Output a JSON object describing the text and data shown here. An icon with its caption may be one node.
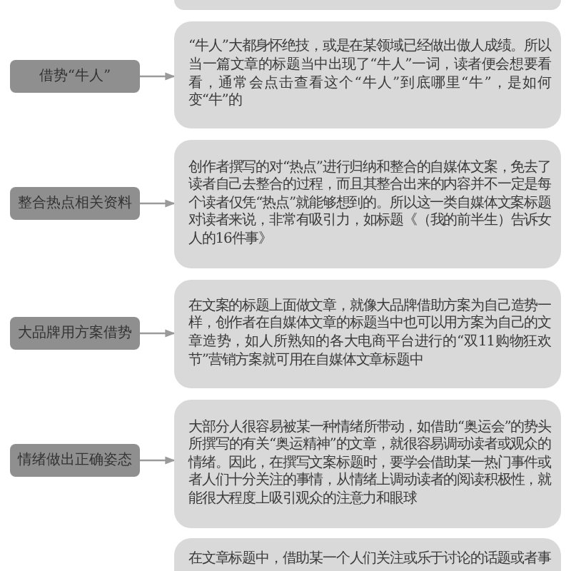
{
  "diagram": {
    "nodes": [
      {
        "text": [],
        "shape": "box"
      },
      {
        "text": [
          "借势“牛人”"
        ]
      },
      {
        "text": [
          "“牛人”大都身怀绝技，或是在某领域已经做出傲人成绩。所以当一篇文章的标题当中出现了“牛人”一词，读者便会想要看看，通常会点击查看这个“牛人”到底哪里“牛”，是如何变“牛”的"
        ]
      },
      {
        "text": [
          "整合热点相关资料"
        ]
      },
      {
        "text": [
          "创作者撰写的对“热点”进行归纳和整合的自媒体文案，免去了读者自己去整合的过程，而且其整合出来的内容并不一定是每个读者仅凭“热点”就能够想到的。所以这一类自媒体文案标题对读者来说，非常有吸引力，如标题《（我的前半生）告诉女人的16件事》"
        ]
      },
      {
        "text": [
          "大品牌用方案借势"
        ]
      },
      {
        "text": [
          "在文案的标题上面做文章，就像大品牌借助方案为自己造势一样，创作者在自媒体文章的标题当中也可以用方案为自己的文章造势，如人所熟知的各大电商平台进行的“双11购物狂欢节”营销方案就可用在自媒体文章标题中"
        ]
      },
      {
        "text": [
          "情绪做出正确姿态"
        ]
      },
      {
        "text": [
          "大部分人很容易被某一种情绪所带动，如借助“奥运会”的势头所撰写的有关“奥运精神”的文章，就很容易调动读者或观众的情绪。因此，在撰写文案标题时，要学会借助某一热门事件或者人们十分关注的事情，从情绪上调动读者的阅读积极性，就能很大程度上吸引观众的注意力和眼球"
        ]
      },
      {
        "text": [
          "在文章标题中，借助某一个人们关注或乐于讨论的话题或者事"
        ]
      }
    ],
    "edges": [
      {
        "from": 1,
        "to": 2,
        "arrow": "to"
      },
      {
        "from": 3,
        "to": 4,
        "arrow": "to"
      },
      {
        "from": 5,
        "to": 6,
        "arrow": "to"
      },
      {
        "from": 7,
        "to": 8,
        "arrow": "to"
      }
    ]
  }
}
